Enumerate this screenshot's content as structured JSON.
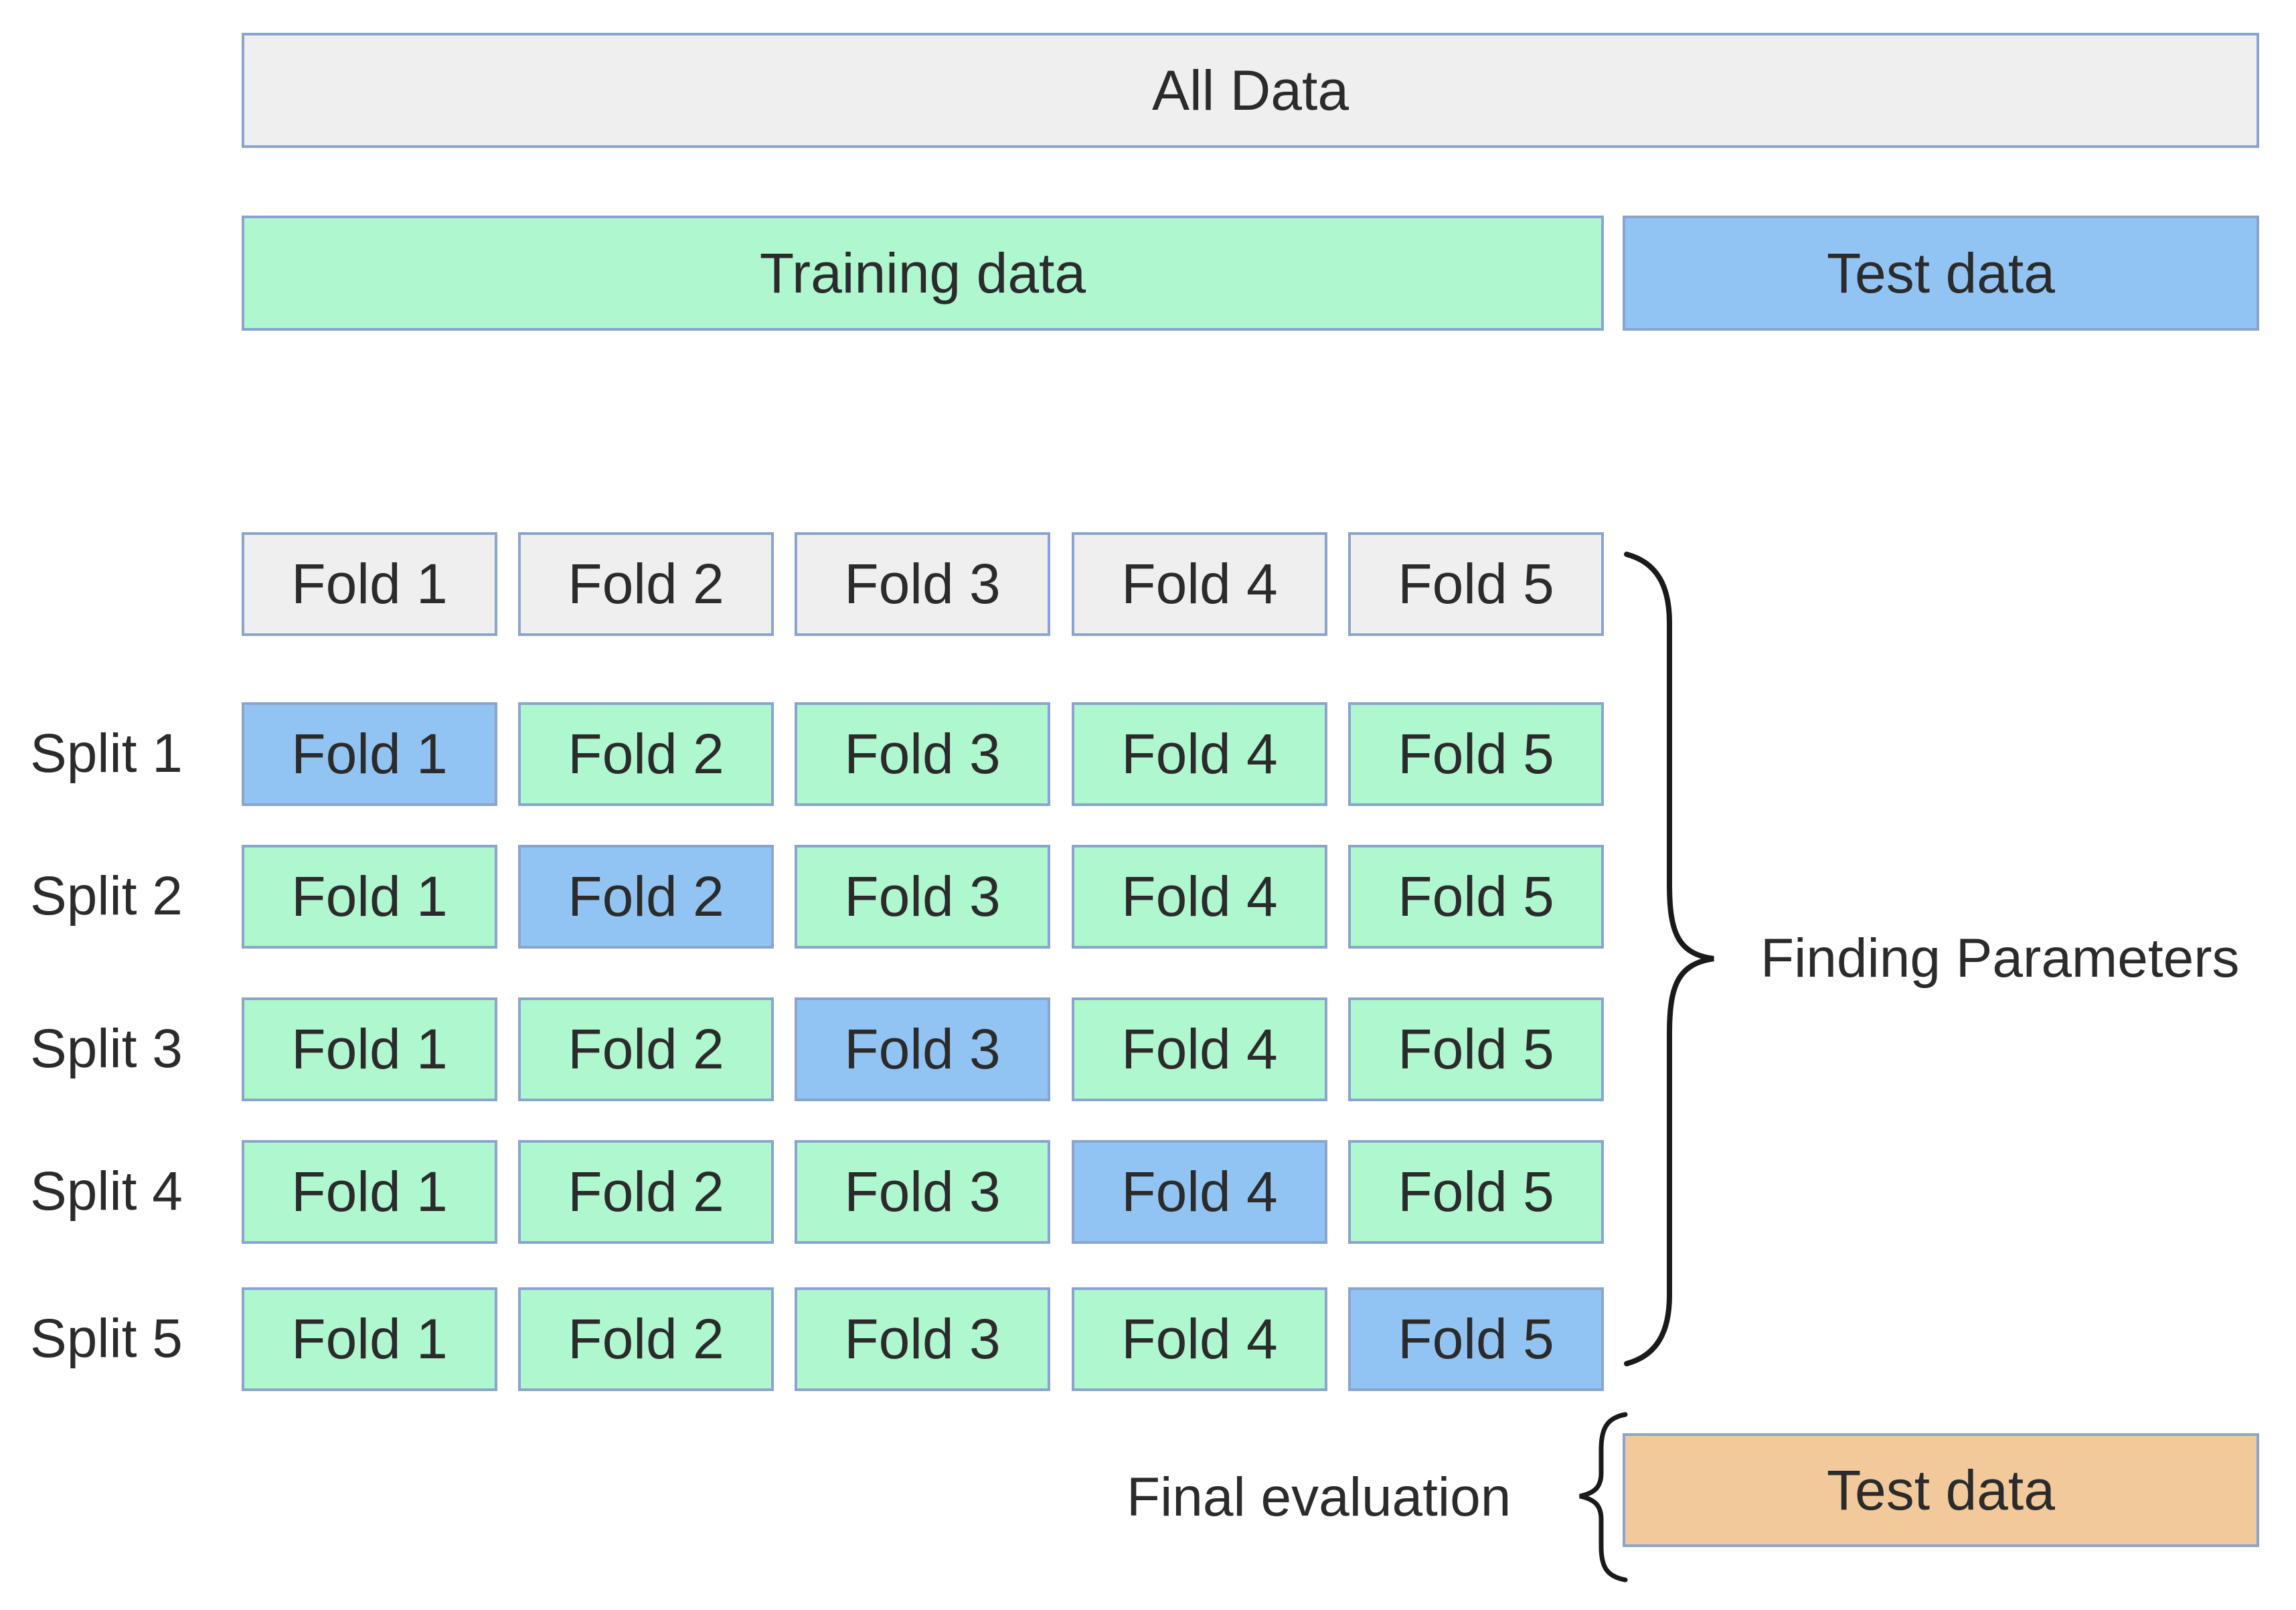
{
  "top": {
    "all_data": "All Data",
    "training_data": "Training data",
    "test_data": "Test data"
  },
  "header_folds": [
    "Fold 1",
    "Fold 2",
    "Fold 3",
    "Fold 4",
    "Fold 5"
  ],
  "splits": [
    {
      "label": "Split 1",
      "folds": [
        "Fold 1",
        "Fold 2",
        "Fold 3",
        "Fold 4",
        "Fold 5"
      ],
      "test_fold": 1
    },
    {
      "label": "Split 2",
      "folds": [
        "Fold 1",
        "Fold 2",
        "Fold 3",
        "Fold 4",
        "Fold 5"
      ],
      "test_fold": 2
    },
    {
      "label": "Split 3",
      "folds": [
        "Fold 1",
        "Fold 2",
        "Fold 3",
        "Fold 4",
        "Fold 5"
      ],
      "test_fold": 3
    },
    {
      "label": "Split 4",
      "folds": [
        "Fold 1",
        "Fold 2",
        "Fold 3",
        "Fold 4",
        "Fold 5"
      ],
      "test_fold": 4
    },
    {
      "label": "Split 5",
      "folds": [
        "Fold 1",
        "Fold 2",
        "Fold 3",
        "Fold 4",
        "Fold 5"
      ],
      "test_fold": 5
    }
  ],
  "finding_parameters": "Finding Parameters",
  "final_evaluation": {
    "label": "Final evaluation",
    "test_data": "Test data"
  },
  "colors": {
    "all_data": "#efefef",
    "training": "#aff7cf",
    "test_fold": "#92c4f3",
    "final_test": "#f2c99b",
    "border": "#8aa4cf"
  }
}
